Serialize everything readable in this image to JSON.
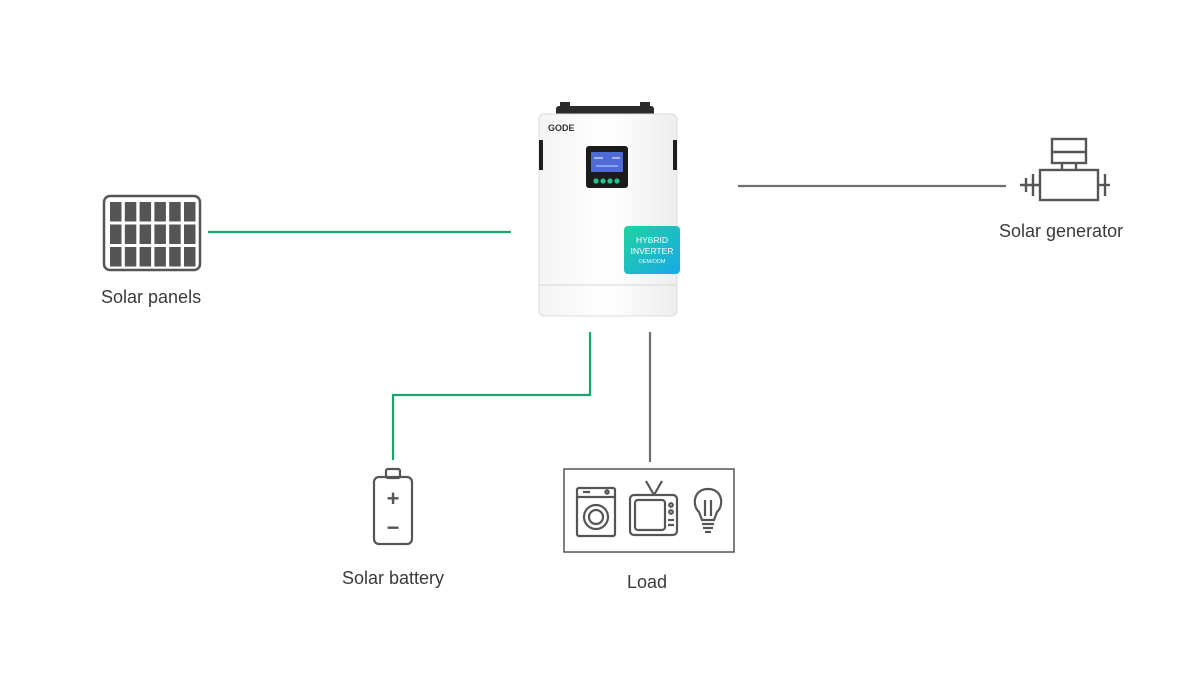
{
  "colors": {
    "green_line": "#1aa56a",
    "gray_line": "#6f6f6f",
    "icon_gray": "#555555",
    "label_gray": "#3a3a3a",
    "badge_gradient_start": "#1fd3a0",
    "badge_gradient_end": "#19a8e8",
    "screen_blue": "#4f6bd8"
  },
  "inverter": {
    "brand": "GODE",
    "badge_line1": "HYBRID",
    "badge_line2": "INVERTER",
    "badge_line3": "OEM/ODM"
  },
  "nodes": {
    "solar_panels": {
      "label": "Solar panels",
      "icon": "solar-panel-icon"
    },
    "solar_generator": {
      "label": "Solar generator",
      "icon": "generator-icon"
    },
    "solar_battery": {
      "label": "Solar battery",
      "icon": "battery-icon",
      "plus": "+",
      "minus": "−"
    },
    "load": {
      "label": "Load",
      "icons": [
        "washing-machine-icon",
        "tv-icon",
        "light-bulb-icon"
      ]
    }
  }
}
